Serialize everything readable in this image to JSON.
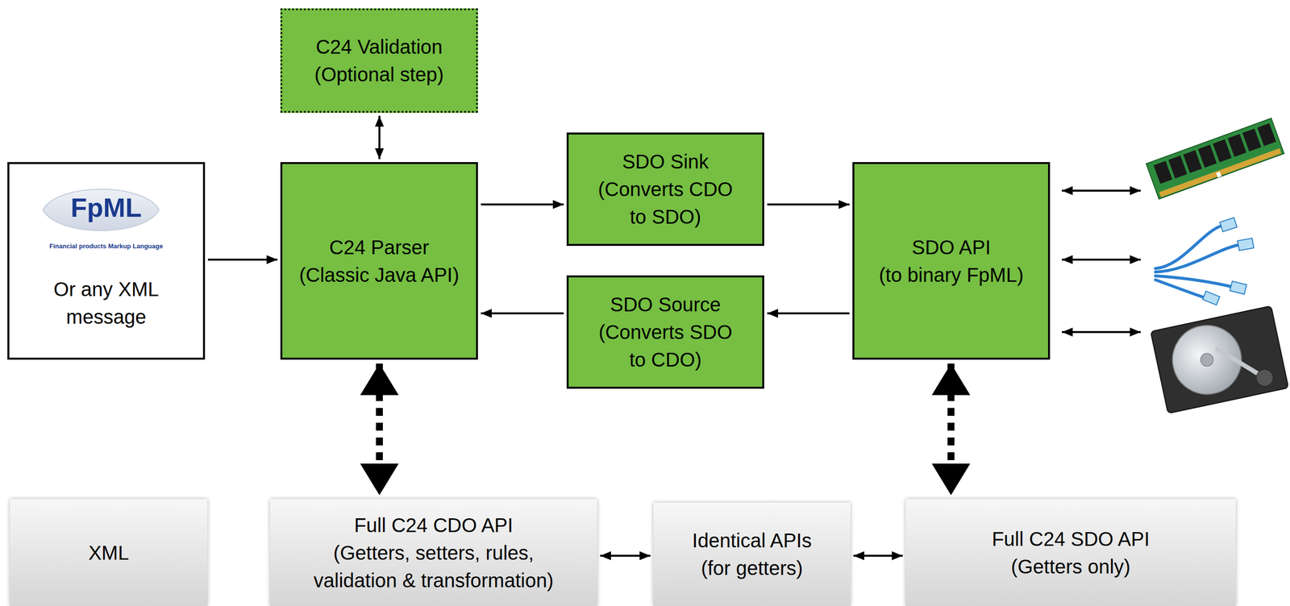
{
  "diagram": {
    "nodes": [
      {
        "text": [
          "C24 Validation (Optional step)"
        ]
      },
      {
        "text": [
          "FpML",
          "Financial products Markup Language",
          "Or any XML message"
        ]
      },
      {
        "text": [
          "C24 Parser (Classic Java API)"
        ]
      },
      {
        "text": [
          "SDO Sink (Converts CDO to SDO)"
        ]
      },
      {
        "text": [
          "SDO Source (Converts SDO to CDO)"
        ]
      },
      {
        "text": [
          "SDO API (to binary FpML)"
        ]
      },
      {
        "text": [
          "XML"
        ]
      },
      {
        "text": [
          "Full C24 CDO API (Getters, setters, rules, validation & transformation)"
        ]
      },
      {
        "text": [
          "Identical APIs (for getters)"
        ]
      },
      {
        "text": [
          "Full C24 SDO API (Getters only)"
        ]
      }
    ],
    "edges": [
      {
        "from": 0,
        "to": 2,
        "arrow": "both"
      },
      {
        "from": 1,
        "to": 2,
        "arrow": "to"
      },
      {
        "from": 2,
        "to": 3,
        "arrow": "to"
      },
      {
        "from": 3,
        "to": 5,
        "arrow": "to"
      },
      {
        "from": 5,
        "to": 4,
        "arrow": "to"
      },
      {
        "from": 4,
        "to": 2,
        "arrow": "to"
      },
      {
        "from": 2,
        "to": 7,
        "arrow": "both"
      },
      {
        "from": 5,
        "to": 9,
        "arrow": "both"
      },
      {
        "from": 7,
        "to": 8,
        "arrow": "both"
      },
      {
        "from": 8,
        "to": 9,
        "arrow": "both"
      }
    ]
  }
}
